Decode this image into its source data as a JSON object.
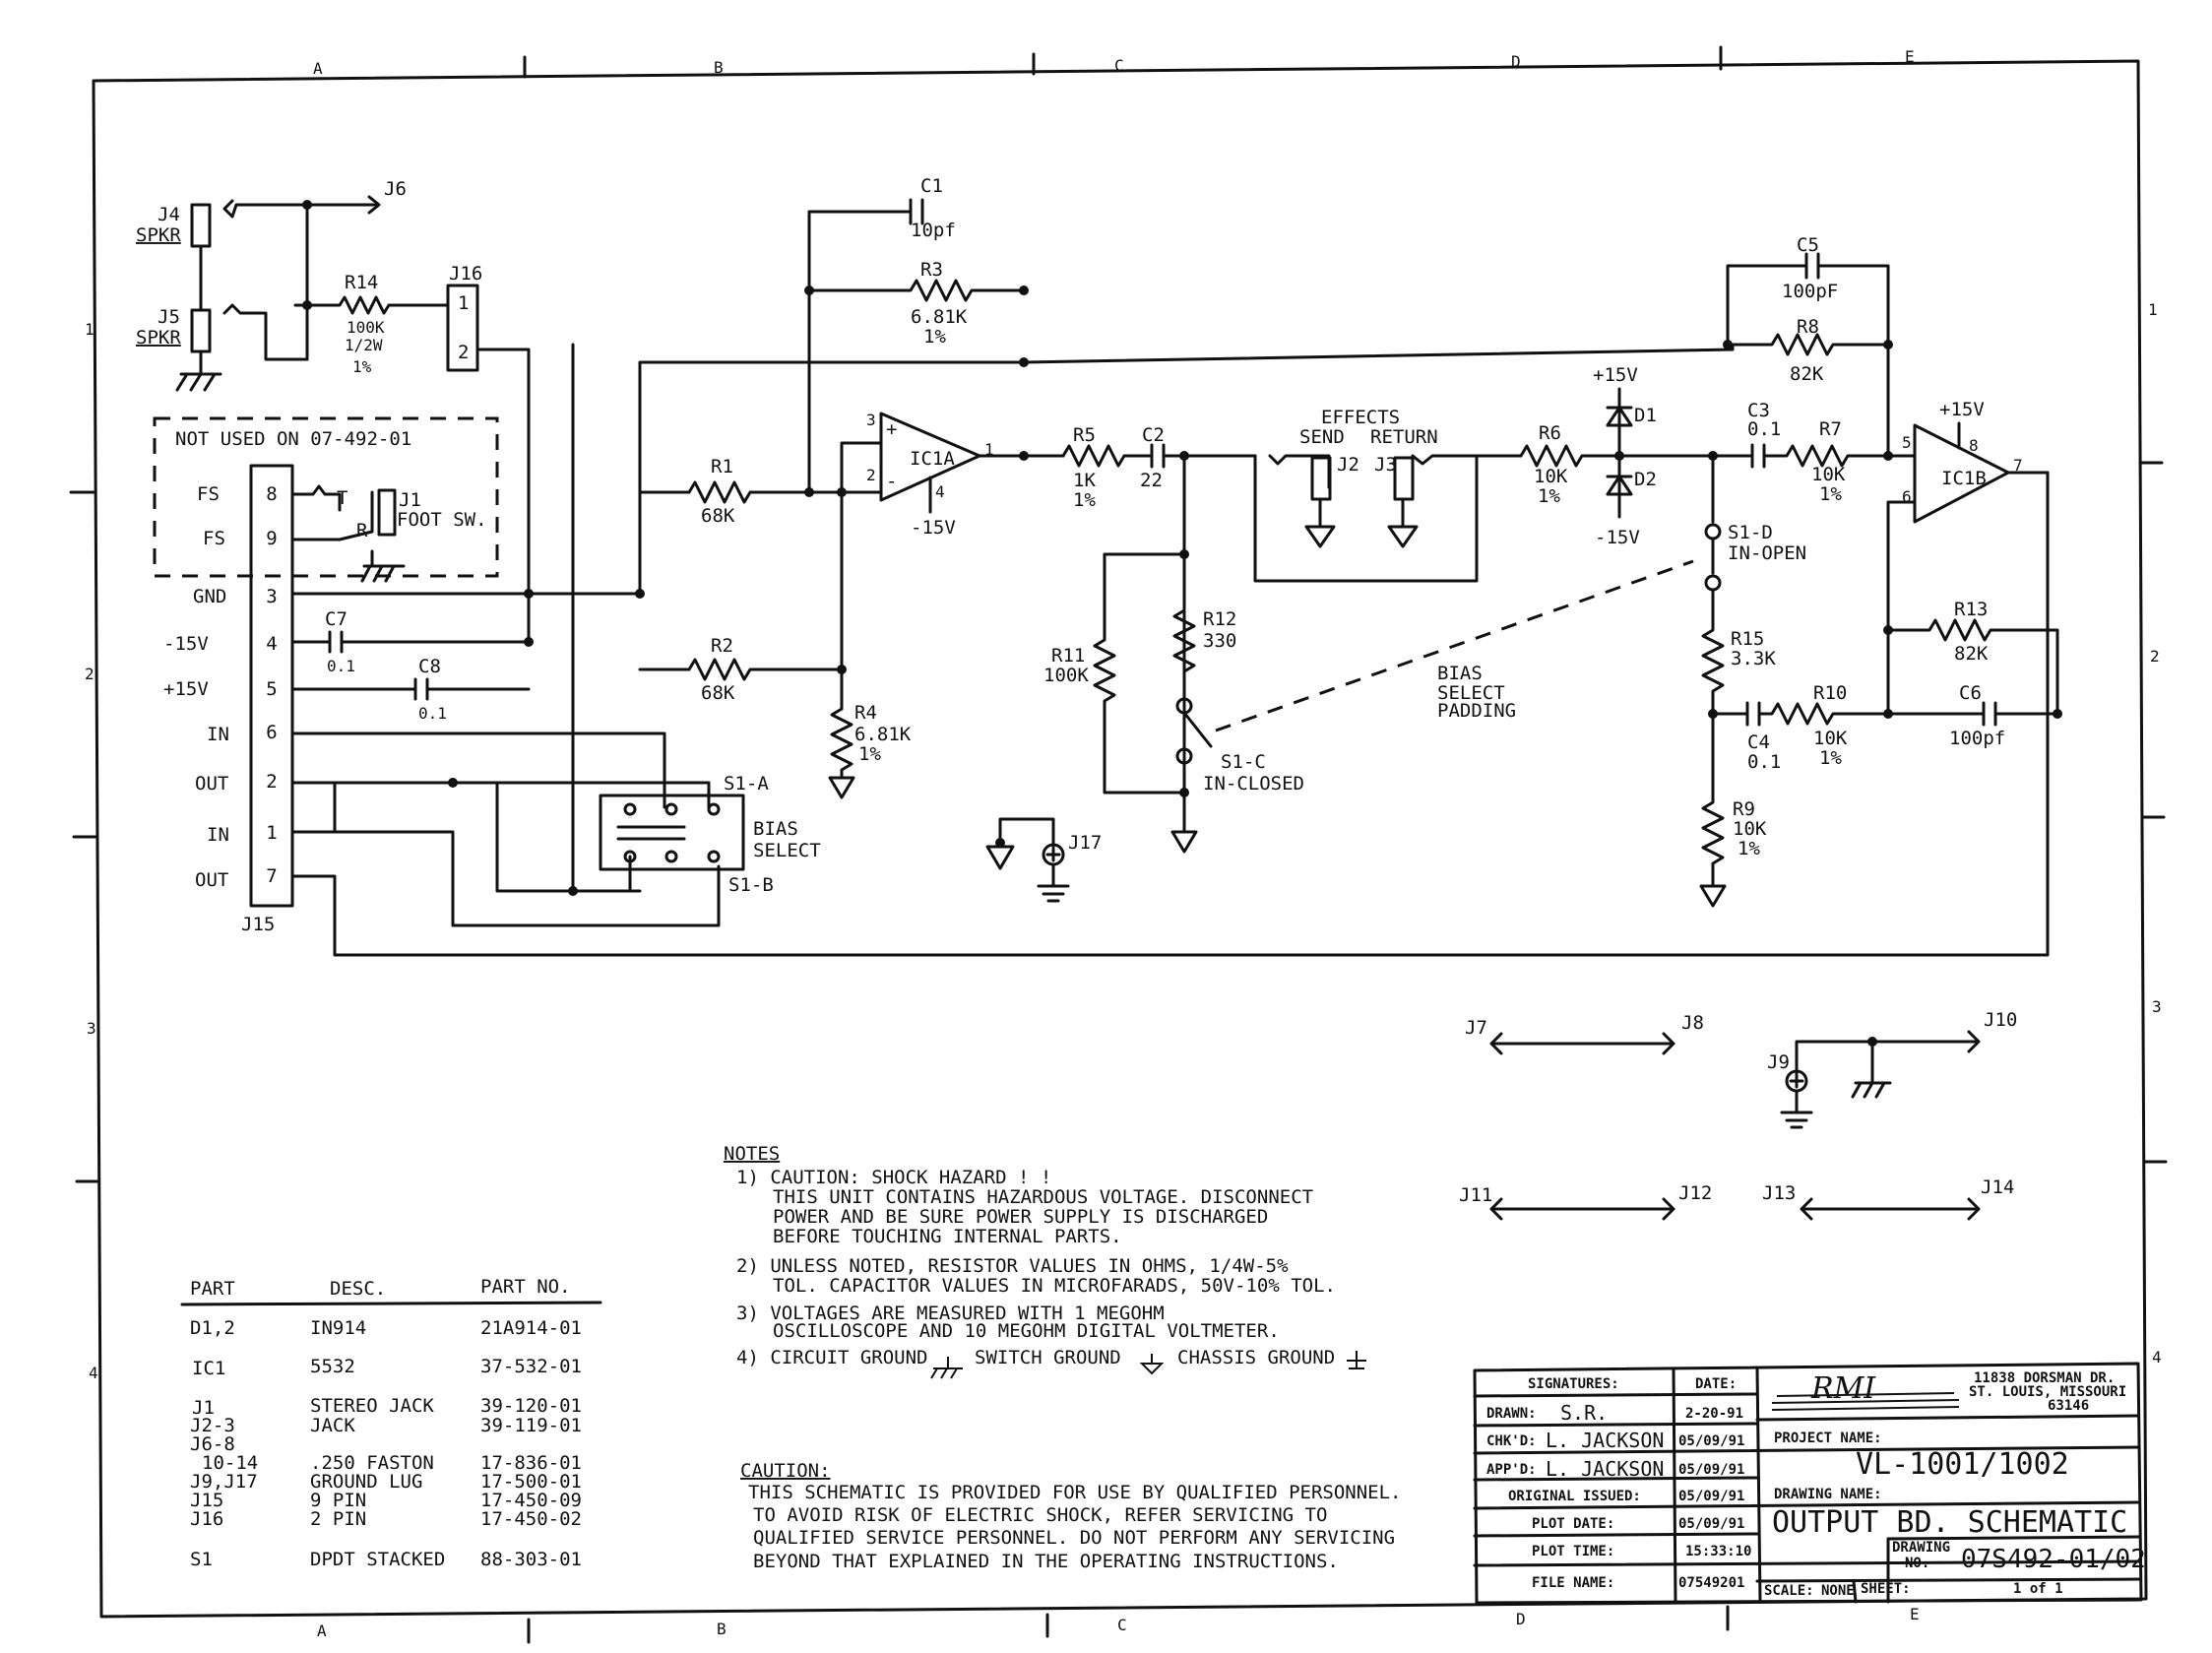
{
  "zones": {
    "a": "A",
    "b": "B",
    "c": "C",
    "d": "D",
    "e": "E",
    "r1": "1",
    "r2": "2",
    "r3": "3",
    "r4": "4"
  },
  "components": {
    "J4": "J4",
    "J5": "J5",
    "SPKR": "SPKR",
    "J6": "J6",
    "R14": "R14",
    "R14_v1": "100K",
    "R14_v2": "1/2W",
    "R14_v3": "1%",
    "J16": "J16",
    "J16_p1": "1",
    "J16_p2": "2",
    "not_used": "NOT USED ON 07-492-01",
    "FS": "FS",
    "J1": "J1",
    "J1_desc": "FOOT SW.",
    "R": "R",
    "T": "T",
    "GND": "GND",
    "M15V": "-15V",
    "P15V": "+15V",
    "IN": "IN",
    "OUT": "OUT",
    "J15": "J15",
    "pin8": "8",
    "pin9": "9",
    "pin3": "3",
    "pin4": "4",
    "pin5": "5",
    "pin6": "6",
    "pin2": "2",
    "pin1": "1",
    "pin7": "7",
    "C7": "C7",
    "C7_v": "0.1",
    "C8": "C8",
    "C8_v": "0.1",
    "C1": "C1",
    "C1_v": "10pf",
    "R3": "R3",
    "R3_v": "6.81K",
    "R3_t": "1%",
    "R1": "R1",
    "R1_v": "68K",
    "R2": "R2",
    "R2_v": "68K",
    "R4": "R4",
    "R4_v": "6.81K",
    "R4_t": "1%",
    "IC1A": "IC1A",
    "ic_plus": "+",
    "ic_minus": "-",
    "ic1a_p3": "3",
    "ic1a_p2": "2",
    "ic1a_p1": "1",
    "ic1a_p4": "4",
    "ic1a_pwr": "-15V",
    "R5": "R5",
    "R5_v": "1K",
    "R5_t": "1%",
    "C2": "C2",
    "C2_v": "22",
    "effects": "EFFECTS",
    "send": "SEND",
    "return": "RETURN",
    "J2": "J2",
    "J3": "J3",
    "R11": "R11",
    "R11_v": "100K",
    "R12": "R12",
    "R12_v": "330",
    "S1C": "S1-C",
    "S1C_s": "IN-CLOSED",
    "S1A": "S1-A",
    "S1B": "S1-B",
    "bias_select": "BIAS",
    "bias_select2": "SELECT",
    "bias_pad1": "BIAS",
    "bias_pad2": "SELECT",
    "bias_pad3": "PADDING",
    "J17": "J17",
    "R6": "R6",
    "R6_v": "10K",
    "R6_t": "1%",
    "D1": "D1",
    "D2": "D2",
    "d_plus": "+15V",
    "d_minus": "-15V",
    "C3": "C3",
    "C3_v": "0.1",
    "R7": "R7",
    "R7_v": "10K",
    "R7_t": "1%",
    "C5": "C5",
    "C5_v": "100pF",
    "R8": "R8",
    "R8_v": "82K",
    "IC1B": "IC1B",
    "ic1b_pwr": "+15V",
    "ic1b_p8": "8",
    "ic1b_p5": "5",
    "ic1b_p6": "6",
    "ic1b_p7": "7",
    "S1D": "S1-D",
    "S1D_s": "IN-OPEN",
    "R15": "R15",
    "R15_v": "3.3K",
    "R13": "R13",
    "R13_v": "82K",
    "R10": "R10",
    "R10_v": "10K",
    "R10_t": "1%",
    "C6": "C6",
    "C6_v": "100pf",
    "C4": "C4",
    "C4_v": "0.1",
    "R9": "R9",
    "R9_v": "10K",
    "R9_t": "1%",
    "J7": "J7",
    "J8": "J8",
    "J9": "J9",
    "J10": "J10",
    "J11": "J11",
    "J12": "J12",
    "J13": "J13",
    "J14": "J14"
  },
  "notes": {
    "title": "NOTES",
    "n1a": "1) CAUTION: SHOCK HAZARD ! !",
    "n1b": "THIS UNIT CONTAINS HAZARDOUS VOLTAGE. DISCONNECT",
    "n1c": "POWER AND BE SURE POWER SUPPLY IS DISCHARGED",
    "n1d": "BEFORE TOUCHING INTERNAL PARTS.",
    "n2a": "2) UNLESS NOTED, RESISTOR VALUES IN OHMS, 1/4W-5%",
    "n2b": "TOL. CAPACITOR VALUES IN MICROFARADS, 50V-10% TOL.",
    "n3a": "3) VOLTAGES ARE MEASURED WITH 1 MEGOHM",
    "n3b": "OSCILLOSCOPE AND 10 MEGOHM DIGITAL VOLTMETER.",
    "n4a": "4) CIRCUIT GROUND",
    "n4b": "SWITCH GROUND",
    "n4c": "CHASSIS GROUND"
  },
  "caution": {
    "title": "CAUTION:",
    "l1": "THIS SCHEMATIC IS PROVIDED FOR USE BY QUALIFIED PERSONNEL.",
    "l2": "TO AVOID RISK OF ELECTRIC SHOCK, REFER SERVICING TO",
    "l3": "QUALIFIED SERVICE PERSONNEL. DO NOT PERFORM ANY SERVICING",
    "l4": "BEYOND THAT EXPLAINED IN THE OPERATING INSTRUCTIONS."
  },
  "parts_table": {
    "headers": [
      "PART",
      "DESC.",
      "PART NO."
    ],
    "rows": [
      {
        "part": "D1,2",
        "desc": "IN914",
        "no": "21A914-01"
      },
      {
        "part": "IC1",
        "desc": "5532",
        "no": "37-532-01"
      },
      {
        "part": "J1",
        "desc": "STEREO JACK",
        "no": "39-120-01"
      },
      {
        "part": "J2-3",
        "desc": "JACK",
        "no": "39-119-01"
      },
      {
        "part": "J6-8",
        "desc": "",
        "no": ""
      },
      {
        "part": "10-14",
        "desc": ".250 FASTON",
        "no": "17-836-01"
      },
      {
        "part": "J9,J17",
        "desc": "GROUND LUG",
        "no": "17-500-01"
      },
      {
        "part": "J15",
        "desc": "9 PIN",
        "no": "17-450-09"
      },
      {
        "part": "J16",
        "desc": "2 PIN",
        "no": "17-450-02"
      },
      {
        "part": "S1",
        "desc": "DPDT STACKED",
        "no": "88-303-01"
      }
    ]
  },
  "title_block": {
    "signatures": "SIGNATURES:",
    "date": "DATE:",
    "drawn_l": "DRAWN:",
    "drawn": "S.R.",
    "drawn_d": "2-20-91",
    "chkd_l": "CHK'D:",
    "chkd": "L. JACKSON",
    "chkd_d": "05/09/91",
    "appd_l": "APP'D:",
    "appd": "L. JACKSON",
    "appd_d": "05/09/91",
    "orig_l": "ORIGINAL ISSUED:",
    "orig_d": "05/09/91",
    "plotd_l": "PLOT DATE:",
    "plotd": "05/09/91",
    "plott_l": "PLOT TIME:",
    "plott": "15:33:10",
    "file_l": "FILE NAME:",
    "file": "07549201",
    "logo": "RMI",
    "addr1": "11838 DORSMAN DR.",
    "addr2": "ST. LOUIS, MISSOURI",
    "addr3": "63146",
    "project_l": "PROJECT NAME:",
    "project": "VL-1001/1002",
    "drawname_l": "DRAWING NAME:",
    "drawname": "OUTPUT BD. SCHEMATIC",
    "drawno_l1": "DRAWING",
    "drawno_l2": "NO.",
    "drawno": "07S492-01/02",
    "scale_l": "SCALE:",
    "scale": "NONE",
    "sheet_l": "SHEET:",
    "sheet": "1 of 1"
  }
}
